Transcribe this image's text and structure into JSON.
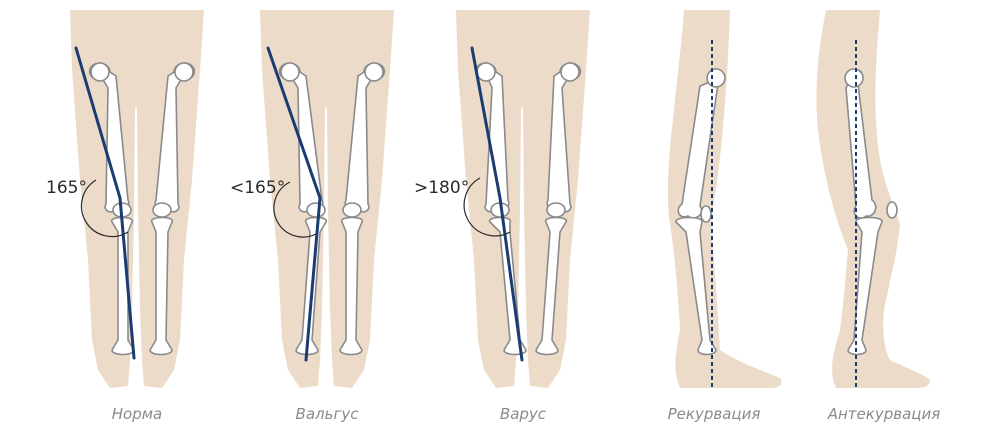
{
  "figures": [
    {
      "caption": "Норма",
      "angle_label": "165°"
    },
    {
      "caption": "Вальгус",
      "angle_label": "<165°"
    },
    {
      "caption": "Варус",
      "angle_label": ">180°"
    },
    {
      "caption": "Рекурвация"
    },
    {
      "caption": "Антекурвация"
    }
  ],
  "colors": {
    "skin": "#eddbc9",
    "bone_outline": "#8a8a8a",
    "axis_line": "#1b3b73",
    "caption_text": "#8a8a8a"
  }
}
